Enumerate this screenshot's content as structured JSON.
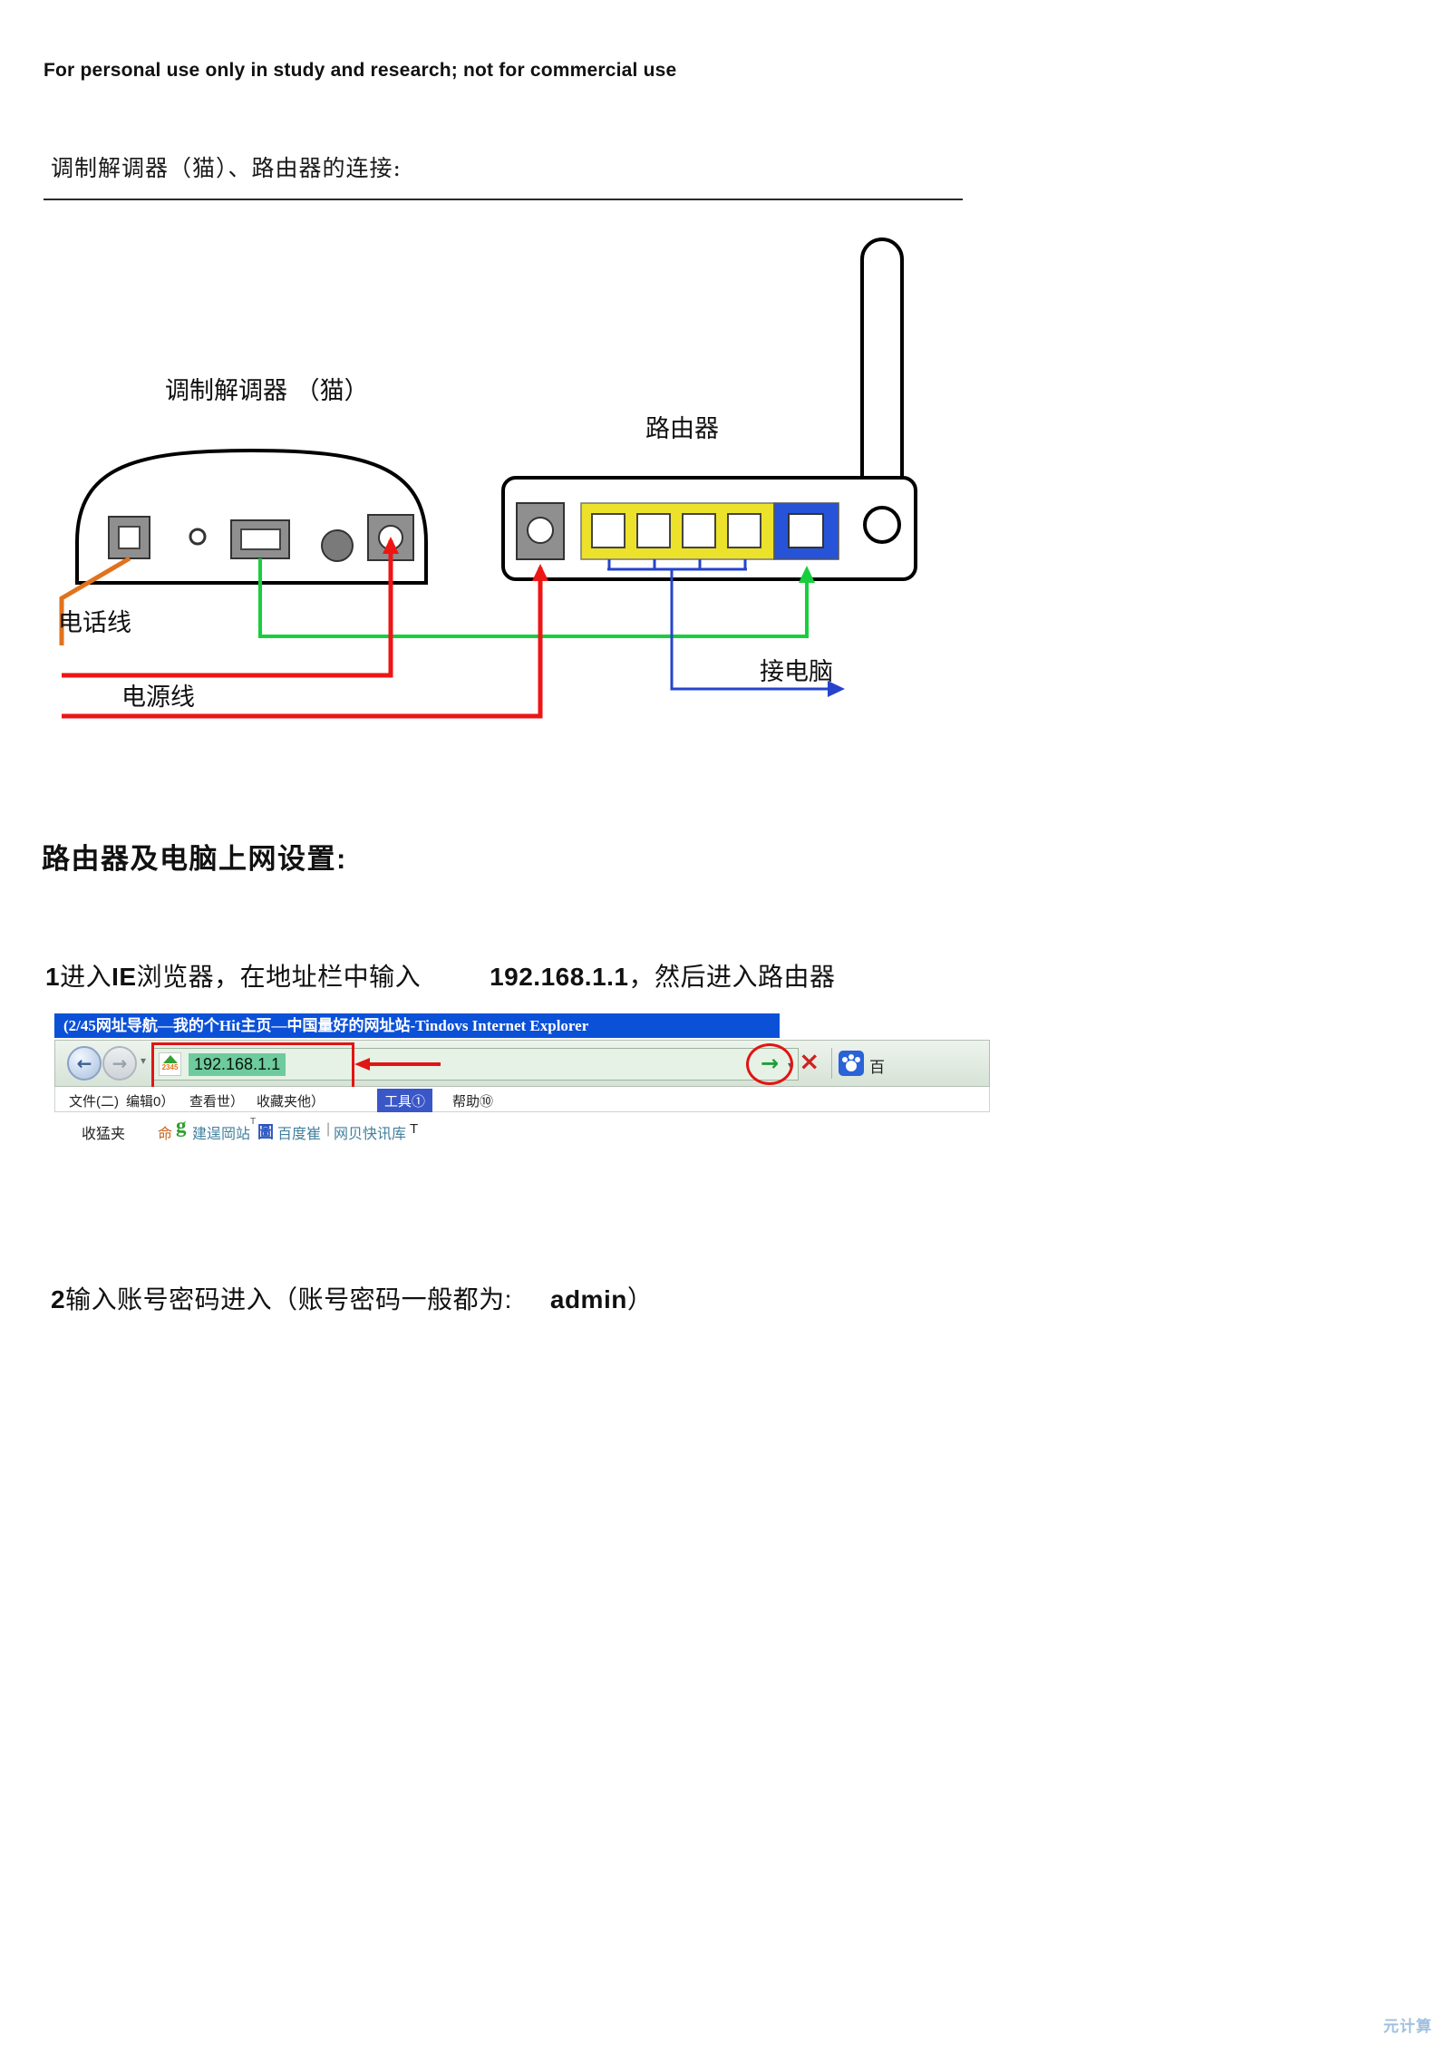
{
  "notice": "For personal use only in study and research; not for commercial use",
  "section1_heading": "调制解调器（猫）、路由器的连接:",
  "diagram": {
    "modem_label": "调制解调器 （猫）",
    "router_label": "路由器",
    "phone_line_label": "电话线",
    "power_line_label": "电源线",
    "to_computer_label": "接电脑",
    "colors": {
      "phone_cable": "#e0731d",
      "lan_cable": "#17cf3d",
      "power_cable": "#ee1515",
      "computer_cable": "#2543cd",
      "lan_panel": "#ece22b",
      "uplink_panel": "#2753d8"
    }
  },
  "section2_heading": "路由器及电脑上网设置:",
  "step1": {
    "num": "1",
    "t1": "进入",
    "ie": "IE",
    "t2": "浏览器，在地址栏中输入",
    "ip": "192.168.1.1",
    "t3": "，然后进入路由器"
  },
  "step2": {
    "num": "2",
    "t1": "输入账号密码进入（账号密码一般都为:",
    "admin": "admin",
    "t2": "）"
  },
  "browser": {
    "title": "(2/45网址导航—我的个Hit主页—中国量好的网址站-Tindovs Internet Explorer",
    "address": "192.168.1.1",
    "favicon_text": "2345",
    "glyphs": {
      "back": "←",
      "forward": "→",
      "nav_dropdown": "▾",
      "addr_dropdown": "▾",
      "go": "→",
      "stop": "×"
    },
    "partial_text": "百",
    "menu": [
      "文件(二)",
      "编辑0）",
      "查看世）",
      "收藏夹他）",
      "工具①",
      "帮助⑩"
    ],
    "favorites": {
      "label": "收猛夹",
      "star": "命",
      "g": "g",
      "link1": "建逞岡站",
      "sup": "T",
      "icon2": "圖",
      "link2": "百度崔",
      "sep": "|",
      "link3": "网贝快讯库",
      "t": "T"
    }
  },
  "watermark": "元计算"
}
